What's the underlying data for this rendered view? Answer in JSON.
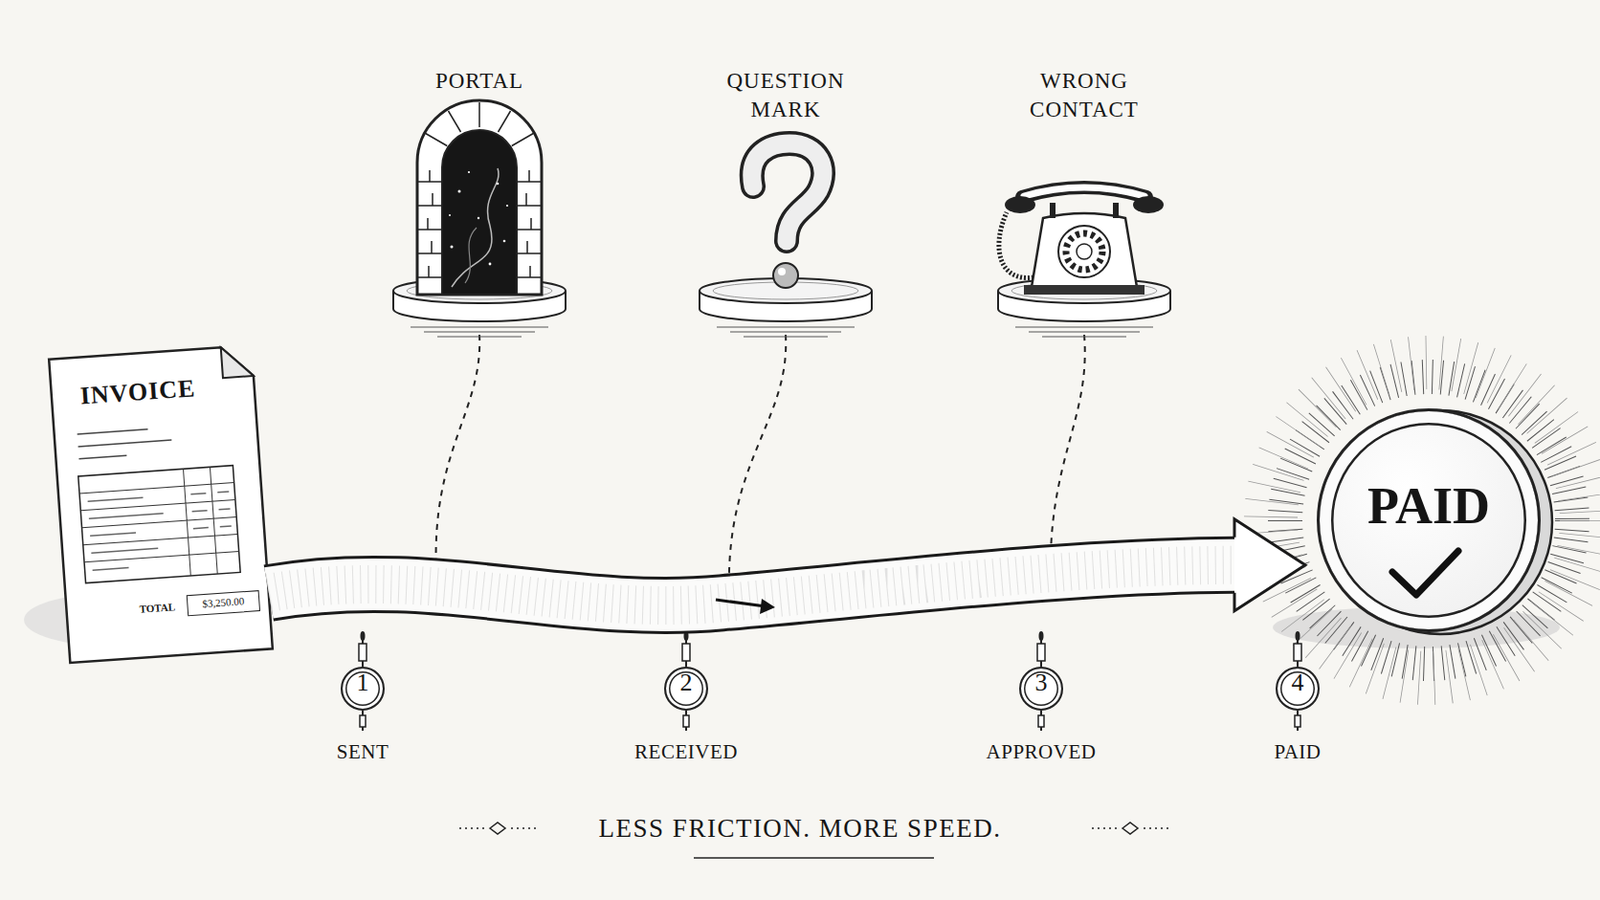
{
  "diagram": {
    "caption": "LESS FRICTION. MORE SPEED.",
    "nodes": [
      {
        "text": [
          "INVOICE",
          "TOTAL"
        ]
      },
      {
        "text": [
          "$3,250.00"
        ],
        "in": 0
      },
      {
        "text": [
          "PORTAL"
        ]
      },
      {
        "text": [
          "QUESTION MARK"
        ]
      },
      {
        "text": [
          "WRONG CONTACT"
        ]
      },
      {
        "text": [
          "PAID"
        ]
      },
      {
        "text": [
          "1",
          "SENT"
        ]
      },
      {
        "text": [
          "2",
          "RECEIVED"
        ]
      },
      {
        "text": [
          "3",
          "APPROVED"
        ]
      },
      {
        "text": [
          "4",
          "PAID"
        ]
      }
    ],
    "edges": [
      {
        "from": 0,
        "to": 5,
        "arrow": "to"
      }
    ]
  }
}
